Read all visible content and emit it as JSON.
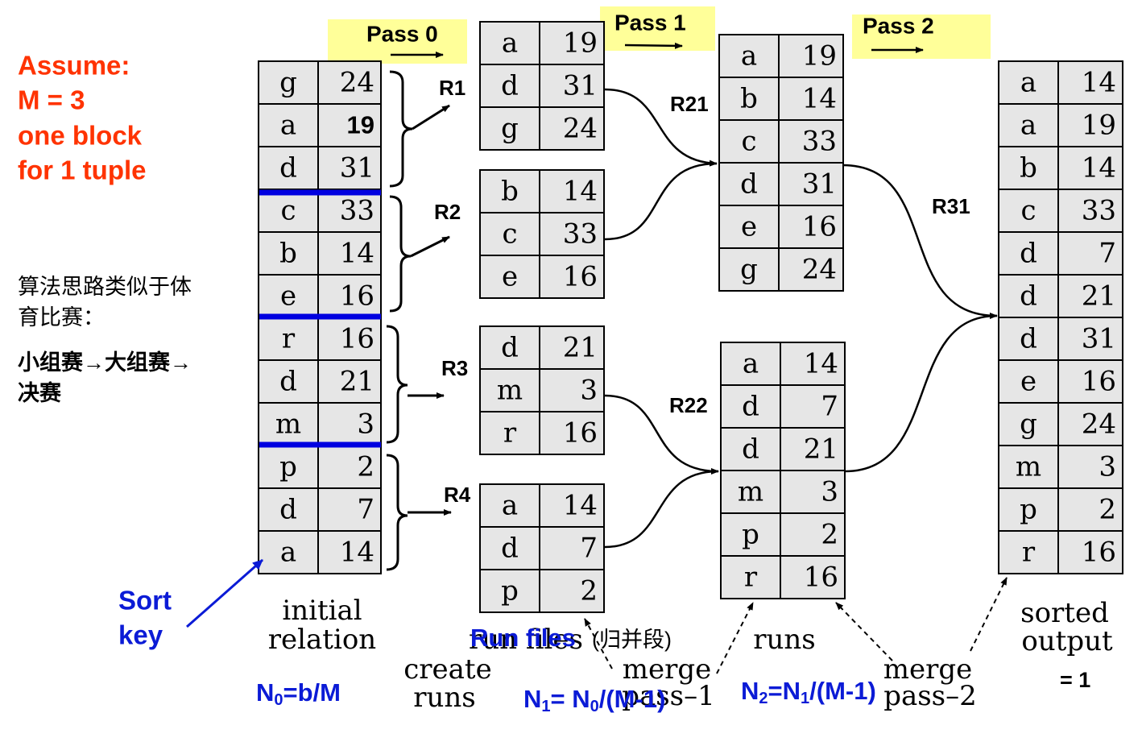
{
  "assume": {
    "color": "#ff3300",
    "lines": [
      "Assume:",
      "M = 3",
      "one block",
      "for 1 tuple"
    ]
  },
  "note_cn": {
    "lines": [
      "算法思路类似于体",
      "育比赛："
    ],
    "bold_lines": [
      "小组赛→大组赛→",
      "决赛"
    ]
  },
  "passes": [
    {
      "label": "Pass 0"
    },
    {
      "label": "Pass 1"
    },
    {
      "label": "Pass 2"
    }
  ],
  "highlight_color": "#ffff99",
  "separator_color": "#0000e0",
  "blue_color": "#0b1bd6",
  "initial_relation": {
    "rows": [
      [
        "g",
        "24"
      ],
      [
        "a",
        "19"
      ],
      [
        "d",
        "31"
      ],
      [
        "c",
        "33"
      ],
      [
        "b",
        "14"
      ],
      [
        "e",
        "16"
      ],
      [
        "r",
        "16"
      ],
      [
        "d",
        "21"
      ],
      [
        "m",
        "3"
      ],
      [
        "p",
        "2"
      ],
      [
        "d",
        "7"
      ],
      [
        "a",
        "14"
      ]
    ],
    "caption": [
      "initial",
      "relation"
    ]
  },
  "runs_pass0": [
    {
      "label": "R1",
      "rows": [
        [
          "a",
          "19"
        ],
        [
          "d",
          "31"
        ],
        [
          "g",
          "24"
        ]
      ]
    },
    {
      "label": "R2",
      "rows": [
        [
          "b",
          "14"
        ],
        [
          "c",
          "33"
        ],
        [
          "e",
          "16"
        ]
      ]
    },
    {
      "label": "R3",
      "rows": [
        [
          "d",
          "21"
        ],
        [
          "m",
          "3"
        ],
        [
          "r",
          "16"
        ]
      ]
    },
    {
      "label": "R4",
      "rows": [
        [
          "a",
          "14"
        ],
        [
          "d",
          "7"
        ],
        [
          "p",
          "2"
        ]
      ]
    }
  ],
  "runs_pass1": [
    {
      "label": "R21",
      "rows": [
        [
          "a",
          "19"
        ],
        [
          "b",
          "14"
        ],
        [
          "c",
          "33"
        ],
        [
          "d",
          "31"
        ],
        [
          "e",
          "16"
        ],
        [
          "g",
          "24"
        ]
      ]
    },
    {
      "label": "R22",
      "rows": [
        [
          "a",
          "14"
        ],
        [
          "d",
          "7"
        ],
        [
          "d",
          "21"
        ],
        [
          "m",
          "3"
        ],
        [
          "p",
          "2"
        ],
        [
          "r",
          "16"
        ]
      ]
    }
  ],
  "run_final": {
    "label": "R31",
    "rows": [
      [
        "a",
        "14"
      ],
      [
        "a",
        "19"
      ],
      [
        "b",
        "14"
      ],
      [
        "c",
        "33"
      ],
      [
        "d",
        "7"
      ],
      [
        "d",
        "21"
      ],
      [
        "d",
        "31"
      ],
      [
        "e",
        "16"
      ],
      [
        "g",
        "24"
      ],
      [
        "m",
        "3"
      ],
      [
        "p",
        "2"
      ],
      [
        "r",
        "16"
      ]
    ],
    "caption": [
      "sorted",
      "output"
    ]
  },
  "captions": {
    "create_runs": [
      "create",
      "runs"
    ],
    "runs": "runs",
    "merge_pass1": [
      "merge",
      "pass–1"
    ],
    "merge_pass2": [
      "merge",
      "pass–2"
    ],
    "run_files_under": "run files",
    "run_files": "Run files",
    "run_files_cn": "(归并段)"
  },
  "sort_key": [
    "Sort",
    "key"
  ],
  "formulas": {
    "n0": {
      "base": "N",
      "sub": "0",
      "rest": "=b/M"
    },
    "n1": {
      "base": "N",
      "sub": "1",
      "mid": "= N",
      "sub2": "0",
      "rest": "/(M-1)"
    },
    "n2": {
      "base": "N",
      "sub": "2",
      "mid": "=N",
      "sub2": "1",
      "rest": "/(M-1)"
    },
    "eq1": "= 1"
  }
}
